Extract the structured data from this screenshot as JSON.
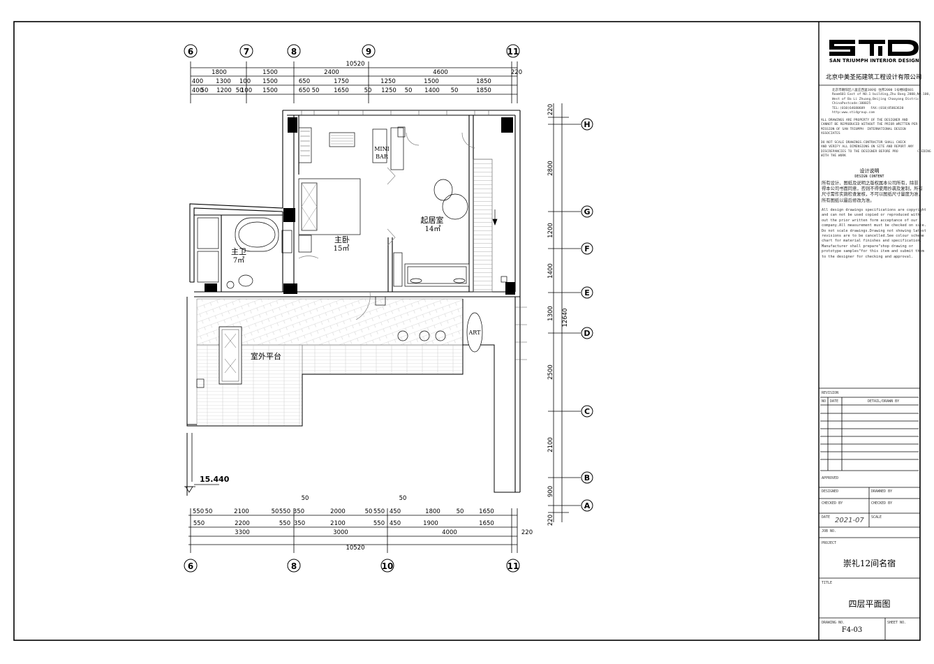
{
  "plan": {
    "grid_top": [
      "6",
      "7",
      "8",
      "9",
      "11"
    ],
    "grid_bottom": [
      "6",
      "8",
      "10",
      "11"
    ],
    "grid_right": [
      "H",
      "G",
      "F",
      "E",
      "D",
      "C",
      "B",
      "A"
    ],
    "dims_top_total": "10520",
    "dims_top_row1": [
      "1800",
      "1500",
      "2400",
      "4600",
      "220"
    ],
    "dims_top_row2": [
      "400",
      "1300",
      "100",
      "1500",
      "650",
      "1750",
      "1250",
      "1500",
      "1850"
    ],
    "dims_top_row3": [
      "400",
      "50",
      "1200",
      "50",
      "100",
      "1500",
      "650",
      "50",
      "1650",
      "50",
      "1250",
      "50",
      "1400",
      "50",
      "1850"
    ],
    "dims_bottom_row1": [
      "550",
      "50",
      "2100",
      "50",
      "550",
      "350",
      "50",
      "2000",
      "50",
      "550",
      "450",
      "50",
      "1800",
      "50",
      "1650"
    ],
    "dims_bottom_row2": [
      "550",
      "2200",
      "550",
      "350",
      "2100",
      "550",
      "450",
      "1900",
      "1650"
    ],
    "dims_bottom_row3": [
      "3300",
      "3000",
      "4000",
      "220"
    ],
    "dims_bottom_total": "10520",
    "dims_right": [
      "220",
      "2800",
      "1200",
      "1400",
      "1300",
      "2500",
      "2100",
      "900",
      "220"
    ],
    "dims_right_total": "12640",
    "rooms": {
      "master_bedroom": "主卧",
      "master_bedroom_area": "15㎡",
      "living_room": "起居室",
      "living_room_area": "14㎡",
      "master_bath": "主卫",
      "master_bath_area": "7㎡",
      "terrace": "室外平台"
    },
    "labels": {
      "mini": "MINI",
      "bar": "BAR",
      "art": "ART"
    },
    "elevation": "15.440"
  },
  "title_block": {
    "logo_text": "SAN TRIUMPH INTERIOR DESIGN",
    "company": "北京中美圣拓建筑工程设计有限公司",
    "address": "北京市朝阳区八里庄西里100号 住邦2000 1号楼B座601\nRoom601 East of NO.1 building,Zhu Bang 2000,NO.100,\nWest of Ba Li Zhuang,Beijing Chaoyang District\nChinaPostcode:100025\nTEL:(010)64680609   FAX:(010)85863630\nhttp:www.stidgroup.com",
    "note_en": "ALL DRAWINGS ARE PROPERTY OF THE DESIGNER AND\nCANNOT BE REPRODUCED WITHOUT THE PRIOR WRITTEN PER-\nMISSION OF SAN TRIUMPH  INTERNATIONAL DESIGN\nASSOCIATES\n\nDO NOT SCALE DRAWINGS.CONTRACTOR SHALL CHECK\nAND VERIFY ALL DIMENSIONS ON SITE AND REPORT ANY\nDISCREPANCIES TO THE DESIGNER BEFORE PRO          CEEDING\nWITH THE WORK",
    "design_content_title": "设计说明",
    "design_content_sub": "DESIGN CONTENT",
    "design_content_cn": "所有设计、图纸及说明之版权属本公司所有，除非\n得本公司书面同意，否则不得使用抄袭及复制，所有\n尺寸需作实施检查复核，不可以图纸尺寸量度为准，\n所有图纸以最后修改为准。",
    "design_content_en": "All design drawings specifications are copyright\nand can not be used copied or reproduced with-\nout the prior written form acceptance of our\ncompany.All measurement must be checked on site.\nDo not scale drawings.Drawing not showing latest\nrevisions are to be cancelled.See colour scheme\nchart for material finishes and specification.\nManufacturer shall prepare\"shop drawing or\nprototype samples\"for this item and submit them\nto the designer for checking and approval.",
    "revision": "REVISION",
    "rev_no": "NO",
    "rev_date": "DATE",
    "rev_detail": "DETAIL/DRAWN BY",
    "approved": "APPROVED",
    "designed": "DESIGNED",
    "drawn_by": "DRAWNED BY",
    "checked_by": "CHECKED BY",
    "checked_by2": "CHECKED BY",
    "date_label": "DATE",
    "date_value": "2021-07",
    "scale_label": "SCALE",
    "job_no": "JOB NO.",
    "project_label": "PROJECT",
    "project": "崇礼12间名宿",
    "title_label": "TITLE",
    "title": "四层平面图",
    "drawing_no_label": "DRAWING NO.",
    "drawing_no": "F4-03",
    "sheet_no_label": "SHEET NO."
  }
}
